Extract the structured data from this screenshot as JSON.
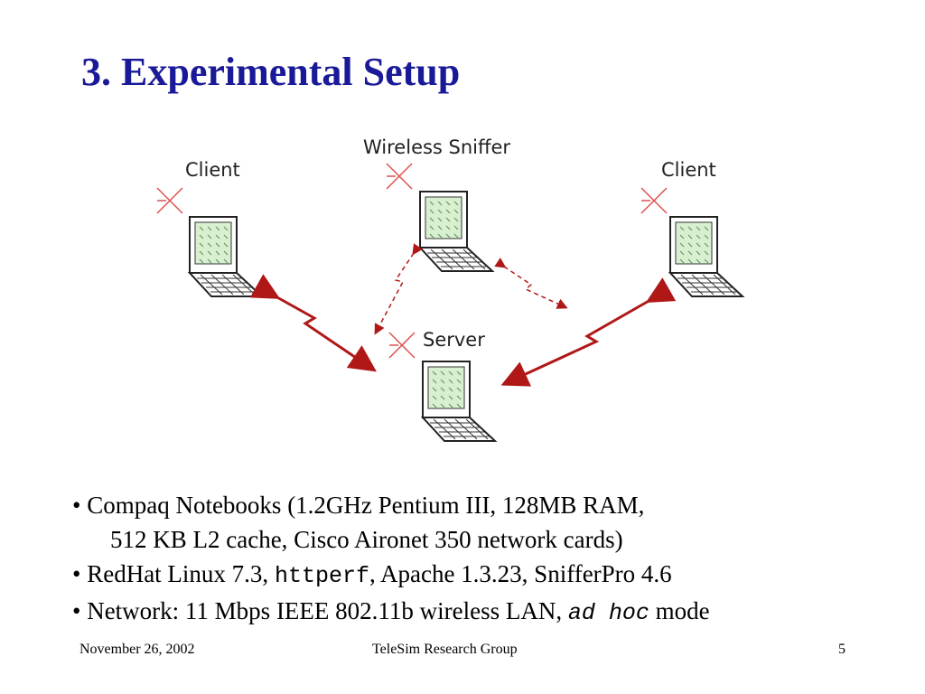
{
  "slide": {
    "title": "3. Experimental Setup"
  },
  "diagram": {
    "nodes": {
      "client_left": "Client",
      "sniffer": "Wireless Sniffer",
      "client_right": "Client",
      "server": "Server"
    },
    "colors": {
      "link": "#b01818",
      "antenna": "#e05050",
      "screen": "#d8efd0",
      "outline": "#222222"
    }
  },
  "bullets": [
    {
      "text": "• Compaq Notebooks (1.2GHz Pentium III, 128MB RAM,",
      "cont": "512 KB L2 cache, Cisco Aironet 350 network cards)"
    },
    {
      "pre": "• RedHat Linux 7.3, ",
      "code": "httperf",
      "post": ", Apache 1.3.23, SnifferPro 4.6"
    },
    {
      "pre": "• Network: 11 Mbps IEEE 802.11b wireless LAN, ",
      "code": "ad hoc",
      "post": " mode"
    }
  ],
  "footer": {
    "date": "November 26, 2002",
    "group": "TeleSim Research Group",
    "page": "5"
  }
}
